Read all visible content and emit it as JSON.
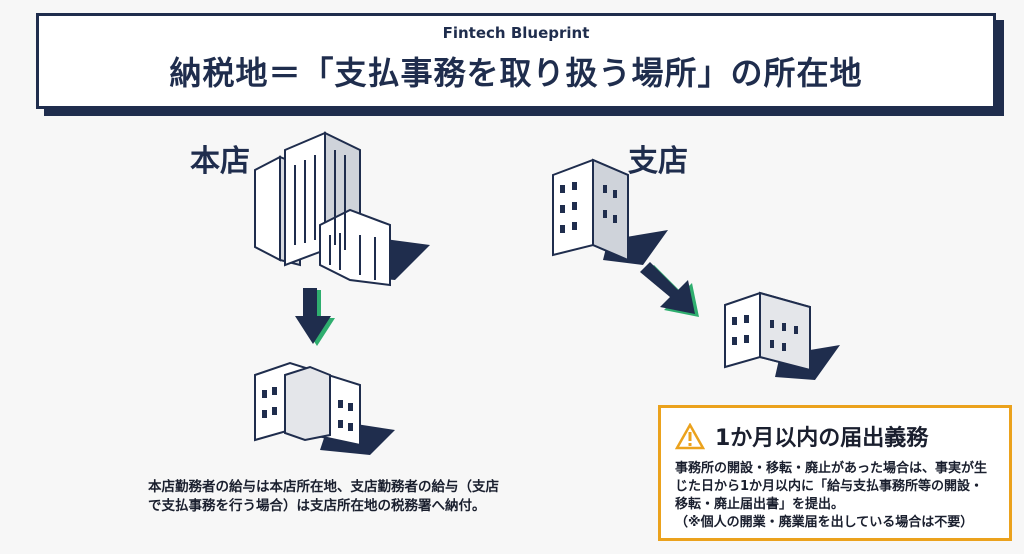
{
  "header": {
    "brand": "Fintech Blueprint",
    "title": "納税地＝「支払事務を取り扱う場所」の所在地"
  },
  "labels": {
    "head_office": "本店",
    "branch": "支店"
  },
  "note": "本店勤務者の給与は本店所在地、支店勤務者の給与（支店で支払事務を行う場合）は支店所在地の税務署へ納付。",
  "warning": {
    "title": "1か月以内の届出義務",
    "body": "事務所の開設・移転・廃止があった場合は、事実が生じた日から1か月以内に「給与支払事務所等の開設・移転・廃止届出書」を提出。",
    "footnote": "（※個人の開業・廃業届を出している場合は不要）"
  },
  "colors": {
    "navy": "#1f2d4d",
    "green": "#2fae6f",
    "orange": "#eba21d"
  }
}
